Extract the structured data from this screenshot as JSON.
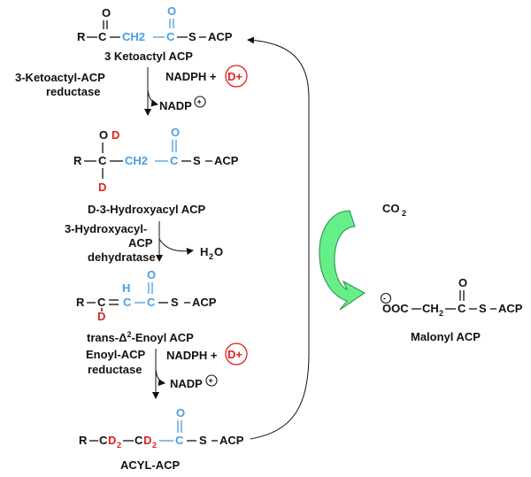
{
  "compounds": {
    "ketoacyl": {
      "R": "R",
      "C1": "C",
      "CH2": "CH2",
      "C2": "C",
      "S": "S",
      "ACP": "ACP",
      "O1": "O",
      "O2": "O",
      "name": "3 Ketoactyl ACP"
    },
    "hydroxyacyl": {
      "R": "R",
      "C1": "C",
      "CH2": "CH2",
      "C2": "C",
      "S": "S",
      "ACP": "ACP",
      "O1": "O",
      "D1": "D",
      "D2": "D",
      "O2": "O",
      "name": "D-3-Hydroxyacyl ACP"
    },
    "enoyl": {
      "R": "R",
      "C1": "C",
      "D": "D",
      "H": "H",
      "C2": "C",
      "C3": "C",
      "S": "S",
      "ACP": "ACP",
      "O": "O",
      "name_prefix": "trans-Δ",
      "name_sup": "2",
      "name_suffix": "-Enoyl ACP"
    },
    "acyl": {
      "R": "R",
      "C1": "C",
      "D1": "D",
      "sub1": "2",
      "C2": "C",
      "D2": "D",
      "sub2": "2",
      "C3": "C",
      "S": "S",
      "ACP": "ACP",
      "O": "O",
      "name": "ACYL-ACP"
    },
    "malonyl": {
      "charge": "-",
      "OOC": "OOC",
      "CH": "CH",
      "sub": "2",
      "C": "C",
      "S": "S",
      "ACP": "ACP",
      "O": "O",
      "name": "Malonyl ACP"
    }
  },
  "enzymes": {
    "reductase1": [
      "3-Ketoactyl-ACP",
      "reductase"
    ],
    "dehydratase": [
      "3-Hydroxyacyl-",
      "ACP",
      "dehydratase"
    ],
    "reductase2": [
      "Enoyl-ACP",
      "reductase"
    ]
  },
  "cofactors": {
    "nadph1": "NADPH +",
    "dplus1": "D+",
    "nadp1": "NADP",
    "plus1": "+",
    "water": "H",
    "water_sub": "2",
    "water_o": "O",
    "nadph2": "NADPH +",
    "dplus2": "D+",
    "nadp2": "NADP",
    "plus2": "+",
    "co2": "CO",
    "co2_sub": "2"
  },
  "colors": {
    "black": "#111111",
    "blue": "#4a9fe0",
    "red": "#e02020",
    "green_arrow": "#66ee88"
  }
}
